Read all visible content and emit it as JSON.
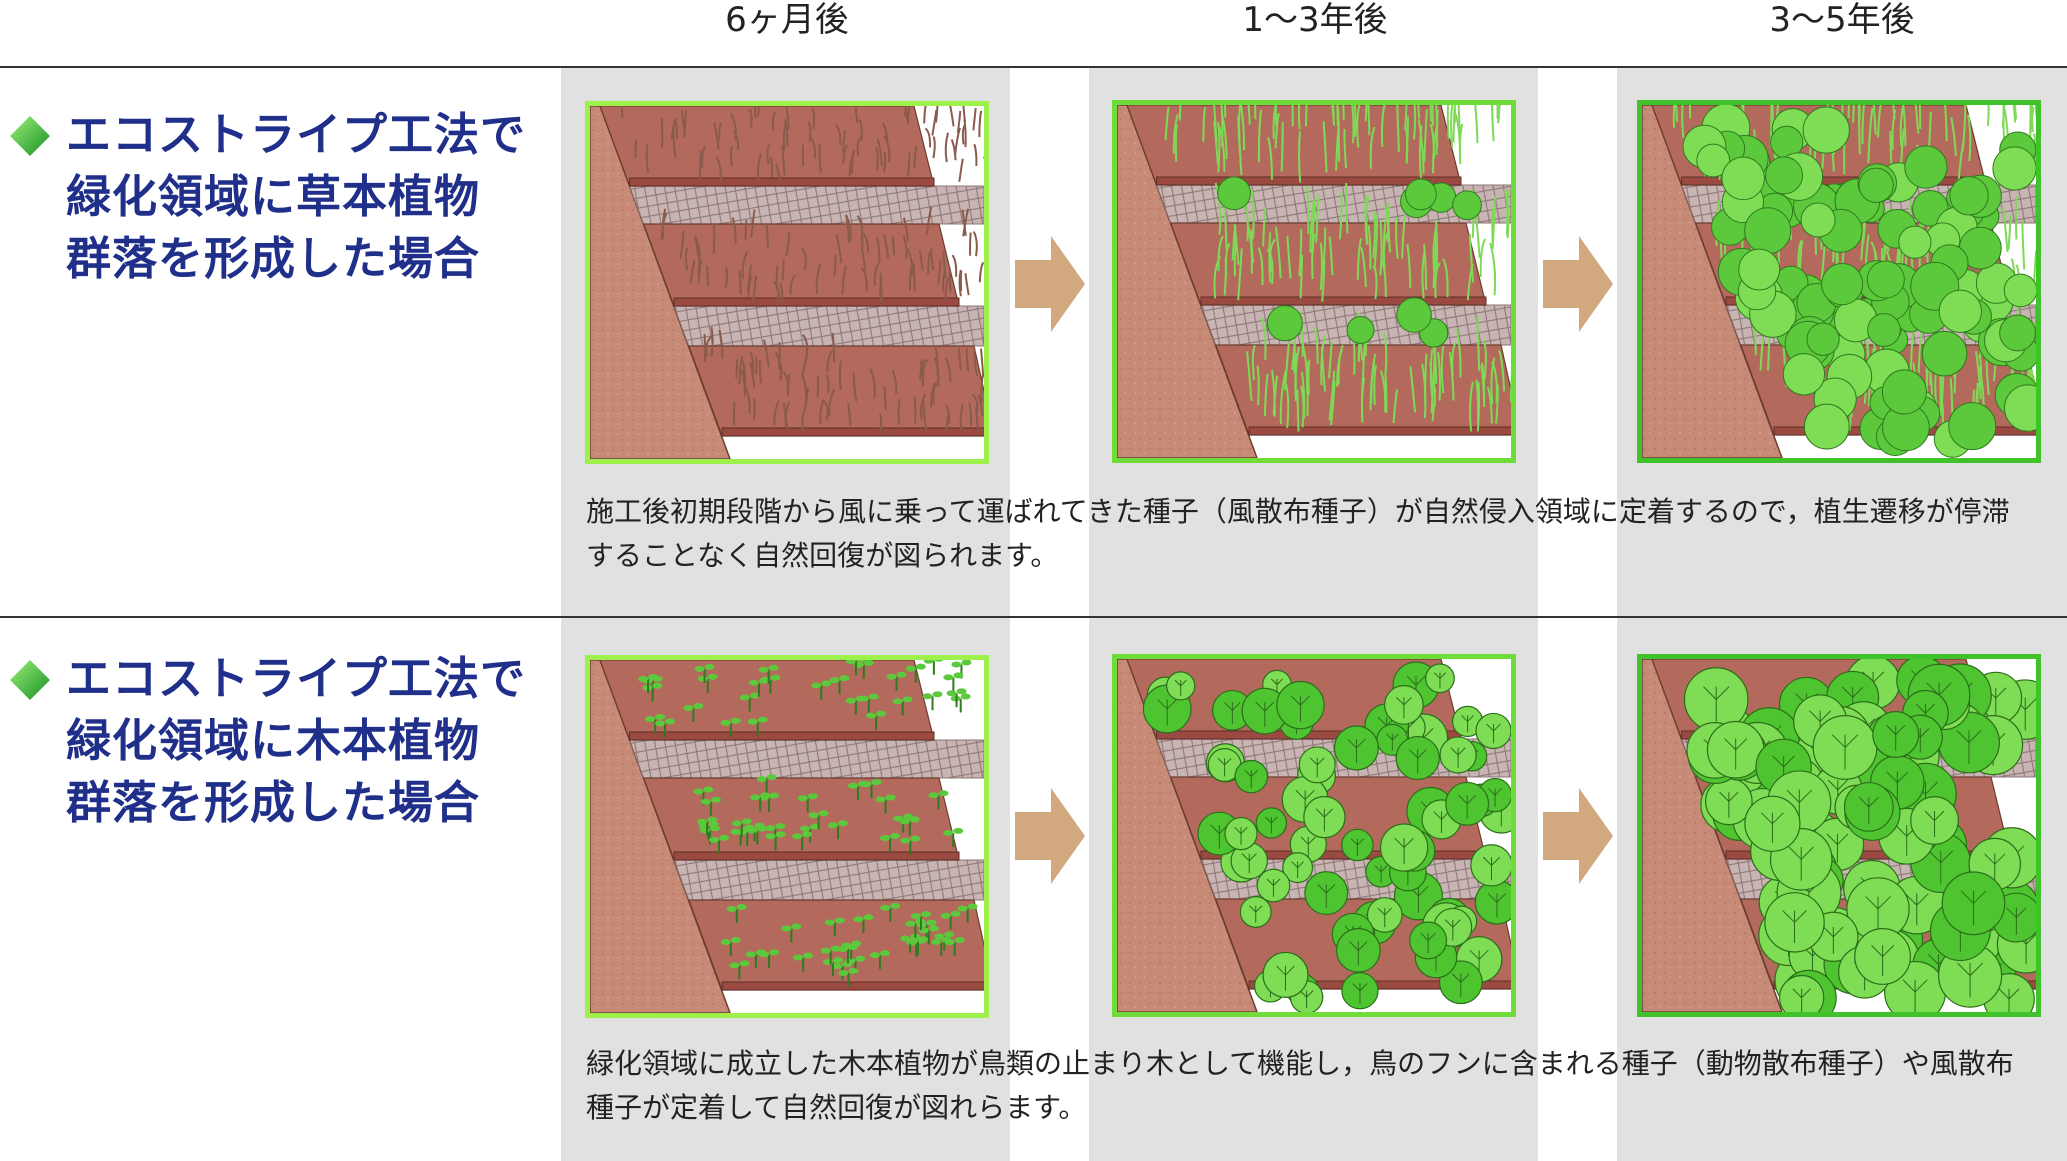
{
  "columns": [
    "6ヶ月後",
    "1〜3年後",
    "3〜5年後"
  ],
  "rows": [
    {
      "title": "エコストライプ工法で\n緑化領域に草本植物\n群落を形成した場合",
      "description_lines": [
        "施工後初期段階から風に乗って運ばれてきた種子（風散布種子）が自然侵入領域に定着するので，植生遷移が停滞",
        "することなく自然回復が図られます。"
      ],
      "stages": [
        "grass-sprouts",
        "grass-growing",
        "grass-shrubs"
      ]
    },
    {
      "title": "エコストライプ工法で\n緑化領域に木本植物\n群落を形成した場合",
      "description_lines": [
        "緑化領域に成立した木本植物が鳥類の止まり木として機能し，鳥のフンに含まれる種子（動物散布種子）や風散布",
        "種子が定着して自然回復が図れらます。"
      ],
      "stages": [
        "tree-seedlings",
        "tree-growing",
        "tree-forest"
      ]
    }
  ],
  "colors": {
    "title": "#1f2f8a",
    "diamond_light": "#7ee05a",
    "diamond_dark": "#1e9b2a",
    "column_bg": "#e1e1e1",
    "frame_light": "#9ef04a",
    "frame_mid": "#6fdc3a",
    "frame_dark": "#3fc22a",
    "arrow": "#d2a97e",
    "soil": "#c68a76",
    "net": "#c9b4b4",
    "grass_young": "#8a5b4c",
    "grass": "#7ed957",
    "shrub": "#5cc93c"
  },
  "icons": [
    "diamond-bullet-icon",
    "right-arrow-icon"
  ]
}
